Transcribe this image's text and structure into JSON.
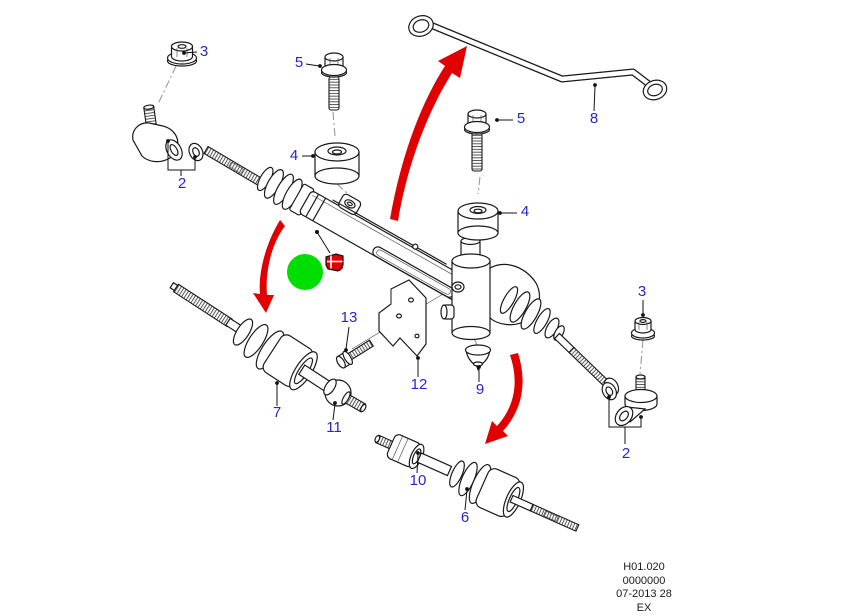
{
  "diagram": {
    "type": "exploded-parts-diagram",
    "subject": "power steering gear and linkage",
    "callouts": [
      {
        "label": "3"
      },
      {
        "label": "2"
      },
      {
        "label": "5"
      },
      {
        "label": "4"
      },
      {
        "label": "8"
      },
      {
        "label": "5"
      },
      {
        "label": "4"
      },
      {
        "label": "13"
      },
      {
        "label": "12"
      },
      {
        "label": "9"
      },
      {
        "label": "7"
      },
      {
        "label": "11"
      },
      {
        "label": "10"
      },
      {
        "label": "6"
      },
      {
        "label": "3"
      },
      {
        "label": "2"
      }
    ],
    "footer": [
      "H01.020",
      "0000000",
      "07-2013 28",
      "EX"
    ],
    "colors": {
      "callout_text": "#2626c9",
      "arrow": "#e00000",
      "highlight_circle": "#00dd00",
      "marker": "#e00000",
      "line": "#1a1a1a"
    },
    "icons": {
      "highlight": "green-hotspot-circle",
      "marker": "red-part-marker-icon"
    }
  }
}
